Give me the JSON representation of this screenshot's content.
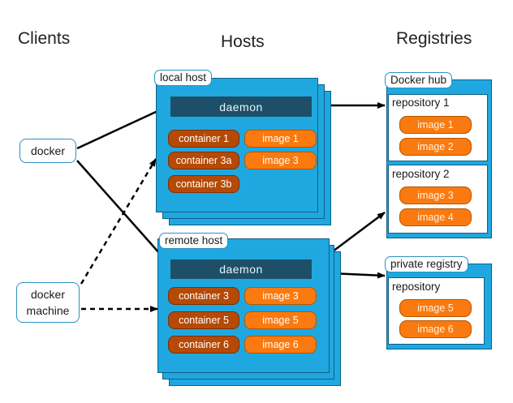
{
  "titles": {
    "clients": "Clients",
    "hosts": "Hosts",
    "registries": "Registries"
  },
  "clients": {
    "docker": "docker",
    "docker_machine_line1": "docker",
    "docker_machine_line2": "machine"
  },
  "local_host": {
    "label": "local host",
    "daemon": "daemon",
    "containers": [
      "container 1",
      "container 3a",
      "container 3b"
    ],
    "images": [
      "image 1",
      "image 3"
    ]
  },
  "remote_host": {
    "label": "remote host",
    "daemon": "daemon",
    "containers": [
      "container 3",
      "container 5",
      "container 6"
    ],
    "images": [
      "image 3",
      "image 5",
      "image 6"
    ]
  },
  "docker_hub": {
    "label": "Docker hub",
    "repositories": [
      {
        "label": "repository 1",
        "images": [
          "image 1",
          "image 2"
        ]
      },
      {
        "label": "repository 2",
        "images": [
          "image 3",
          "image 4"
        ]
      }
    ]
  },
  "private_registry": {
    "label": "private registry",
    "repository": {
      "label": "repository",
      "images": [
        "image 5",
        "image 6"
      ]
    }
  },
  "colors": {
    "host_blue": "#1fa8e0",
    "daemon_navy": "#1d5068",
    "container_brown": "#b54a06",
    "image_orange": "#fa7a10"
  }
}
